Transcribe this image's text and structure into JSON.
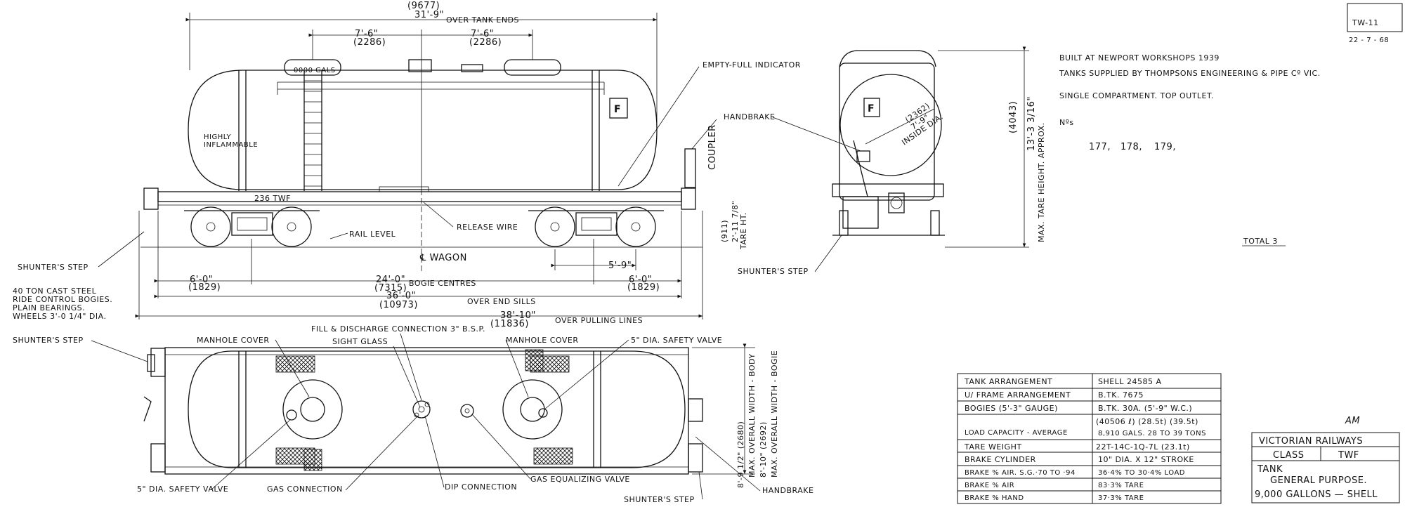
{
  "sheet": {
    "number": "TW-11",
    "date": "22 - 7 - 68",
    "initials": "AM"
  },
  "notes": {
    "built": "BUILT AT NEWPORT WORKSHOPS 1939",
    "tanks": "TANKS SUPPLIED BY THOMPSONS ENGINEERING & PIPE Cº VIC.",
    "compartment": "SINGLE COMPARTMENT. TOP OUTLET.",
    "nos_label": "Nºs",
    "numbers": [
      "177,",
      "178,",
      "179,"
    ],
    "total": "TOTAL 3",
    "bogies": [
      "40 TON CAST STEEL",
      "RIDE CONTROL BOGIES.",
      "PLAIN BEARINGS.",
      "WHEELS 3'-0 1/4\" DIA."
    ]
  },
  "side_view": {
    "over_tank_ends_mm": "(9677)",
    "over_tank_ends": "31'-9\"",
    "over_tank_ends_label": "OVER TANK ENDS",
    "half_span": "7'-6\"",
    "half_span_mm": "(2286)",
    "gals": "0000 GALS",
    "placard": "F",
    "warning": [
      "HIGHLY",
      "INFLAMMABLE"
    ],
    "wagon_no": "236 TWF",
    "empty_full": "EMPTY-FULL INDICATOR",
    "handbrake": "HANDBRAKE",
    "coupler": "COUPLER",
    "coupler_h": "2'-11 7/8\"",
    "coupler_h_mm": "(911)",
    "tare_ht": "TARE HT.",
    "release_wire": "RELEASE WIRE",
    "rail_level": "RAIL LEVEL",
    "shunters_step": "SHUNTER'S STEP",
    "wagon_cl": "℄ WAGON",
    "wheelbase": "5'-9\"",
    "overhang": "6'-0\"",
    "overhang_mm": "(1829)",
    "bogie_centres": "24'-0\"",
    "bogie_centres_mm": "(7315)",
    "bogie_centres_label": "BOGIE CENTRES",
    "over_sills": "36'-0\"",
    "over_sills_mm": "(10973)",
    "over_sills_label": "OVER END SILLS",
    "over_pulling": "38'-10\"",
    "over_pulling_mm": "(11836)",
    "over_pulling_label": "OVER PULLING LINES"
  },
  "end_view": {
    "placard": "F",
    "inside_dia": "7'-9\"",
    "inside_dia_mm": "(2362)",
    "inside_dia_label": "INSIDE DIA.",
    "height": "13'-3 3/16\"",
    "height_mm": "(4043)",
    "height_label": "MAX. TARE HEIGHT. APPROX.",
    "handbrake": "HANDBRAKE",
    "shunters_step": "SHUNTER'S STEP"
  },
  "plan_view": {
    "fill_discharge": "FILL & DISCHARGE CONNECTION 3\" B.S.P.",
    "manhole_l": "MANHOLE COVER",
    "manhole_r": "MANHOLE COVER",
    "sight_glass": "SIGHT GLASS",
    "safety_valve_top": "5\" DIA. SAFETY VALVE",
    "safety_valve_bottom": "5\" DIA. SAFETY VALVE",
    "gas_connection": "GAS CONNECTION",
    "dip_connection": "DIP CONNECTION",
    "gas_equalizing": "GAS EQUALIZING VALVE",
    "handbrake": "HANDBRAKE",
    "shunters_step_top": "SHUNTER'S STEP",
    "shunters_step_bottom": "SHUNTER'S STEP",
    "width_body": "8'-9 1/2\" (2680)",
    "width_body_label": "MAX. OVERALL WIDTH - BODY",
    "width_bogie": "8'-10\" (2692)",
    "width_bogie_label": "MAX. OVERALL WIDTH - BOGIE"
  },
  "spec_table": [
    {
      "label": "TANK ARRANGEMENT",
      "value": "SHELL 24585 A"
    },
    {
      "label": "U/ FRAME ARRANGEMENT",
      "value": "B.TK. 7675"
    },
    {
      "label": "BOGIES (5'-3\" GAUGE)",
      "value": "B.TK. 30A. (5'-9\" W.C.)"
    },
    {
      "label": "LOAD CAPACITY - AVERAGE",
      "value_top": "(40506 ℓ)   (28.5t)   (39.5t)",
      "value": "8,910 GALS. 28 TO 39 TONS"
    },
    {
      "label": "TARE WEIGHT",
      "value": "22T-14C-1Q-7L   (23.1t)"
    },
    {
      "label": "BRAKE CYLINDER",
      "value": "10\" DIA. X 12\" STROKE"
    },
    {
      "label": "BRAKE % AIR. S.G.·70 TO ·94",
      "value": "36·4% TO 30·4% LOAD"
    },
    {
      "label": "BRAKE % AIR",
      "value": "83·3% TARE"
    },
    {
      "label": "BRAKE % HAND",
      "value": "37·3% TARE"
    }
  ],
  "title_block": {
    "railway": "VICTORIAN RAILWAYS",
    "class_label": "CLASS",
    "class_value": "TWF",
    "line1": "TANK",
    "line2": "GENERAL PURPOSE.",
    "line3": "9,000 GALLONS — SHELL"
  }
}
